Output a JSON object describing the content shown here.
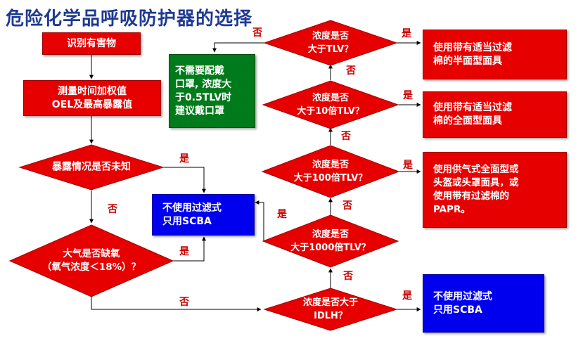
{
  "title": "危险化学品呼吸防护器的选择",
  "colors": {
    "red": "#e60000",
    "green": "#007a1a",
    "blue": "#0000ee",
    "title": "#1f3a93",
    "label": "#cc0000"
  },
  "nodes": {
    "identify": "识别有害物",
    "measure": "测量时间加权值\nOEL及最高暴露值",
    "q_unknown": "暴露情况是否未知",
    "q_oxygen": "大气是否缺氧\n（氧气浓度＜18%）？",
    "q_idlh": "浓度是否大于\nIDLH？",
    "q_1000": "浓度是否\n大于1000倍TLV？",
    "q_100": "浓度是否\n大于100倍TLV？",
    "q_10": "浓度是否\n大于10倍TLV？",
    "q_tlv": "浓度是否\n大于TLV？",
    "no_mask": "不需要配戴\n口罩, 浓度大\n于0.5TLV时\n建议戴口罩",
    "scba_mid": "不使用过滤式\n只用SCBA",
    "scba_bottom": "不使用过滤式\n只用SCBA",
    "half_mask": "使用带有适当过滤\n棉的半面型面具",
    "full_mask": "使用带有适当过滤\n棉的全面型面具",
    "supplied_air": "使用供气式全面型或\n头盔或头罩面具，或\n使用带有过滤棉的\nPAPR。"
  },
  "labels": {
    "yes": "是",
    "no": "否"
  }
}
